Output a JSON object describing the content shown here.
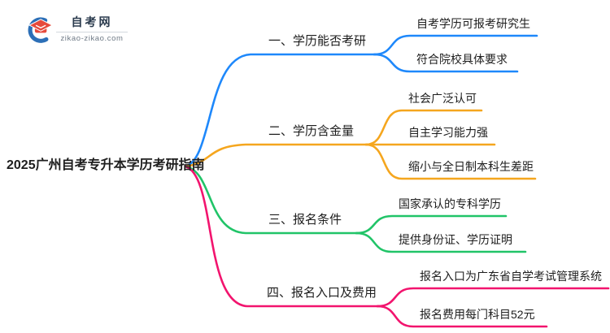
{
  "logo": {
    "title": "自考网",
    "domain": "zikao-zikao.com",
    "blue": "#2C6FB7",
    "red": "#E64A3C"
  },
  "mindmap": {
    "root": "2025广州自考专升本学历考研指南",
    "branches": [
      {
        "topic": "一、学历能否考研",
        "color": "#1E88FB",
        "children": [
          "自考学历可报考研究生",
          "符合院校具体要求"
        ]
      },
      {
        "topic": "二、学历含金量",
        "color": "#F5A61E",
        "children": [
          "社会广泛认可",
          "自主学习能力强",
          "缩小与全日制本科生差距"
        ]
      },
      {
        "topic": "三、报名条件",
        "color": "#21C468",
        "children": [
          "国家承认的专科学历",
          "提供身份证、学历证明"
        ]
      },
      {
        "topic": "四、报名入口及费用",
        "color": "#F2146E",
        "children": [
          "报名入口为广东省自学考试管理系统",
          "报名费用每门科目52元"
        ]
      }
    ]
  }
}
